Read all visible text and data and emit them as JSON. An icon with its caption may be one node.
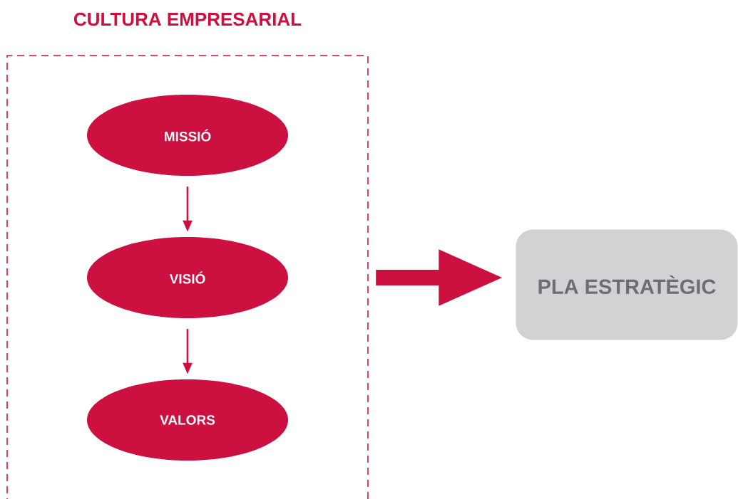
{
  "diagram": {
    "nodes": [
      {
        "text": [
          "CULTURA EMPRESARIAL"
        ]
      },
      {
        "text": [
          "MISSIÓ"
        ],
        "in": 0
      },
      {
        "text": [
          "VISIÓ"
        ],
        "in": 0
      },
      {
        "text": [
          "VALORS"
        ],
        "in": 0
      },
      {
        "text": [
          "PLA ESTRATÈGIC"
        ]
      }
    ],
    "edges": [
      {
        "from": 1,
        "to": 2,
        "arrow": "to"
      },
      {
        "from": 2,
        "to": 3,
        "arrow": "to"
      },
      {
        "from": 0,
        "to": 4,
        "arrow": "to",
        "style": "thick"
      }
    ]
  }
}
